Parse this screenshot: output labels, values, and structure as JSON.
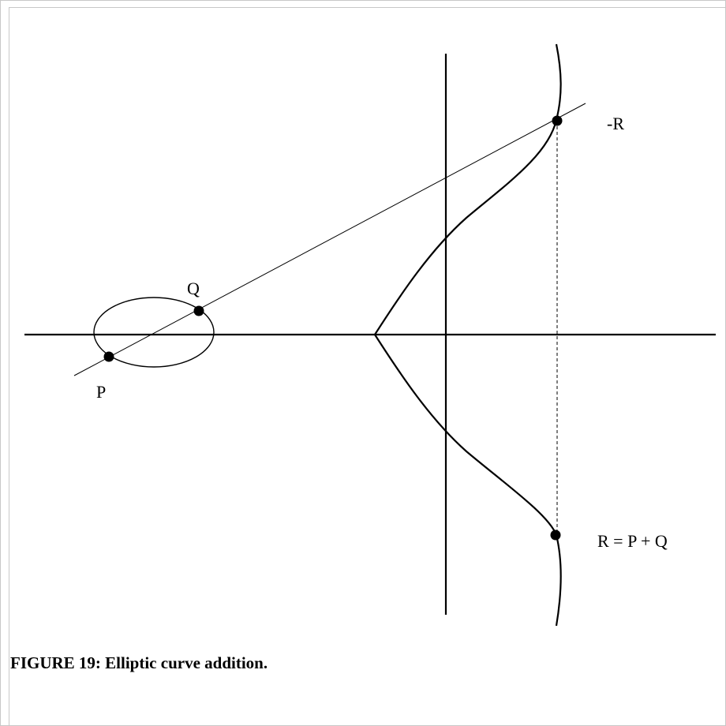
{
  "figure": {
    "caption": "FIGURE 19: Elliptic curve addition.",
    "labels": {
      "p": "P",
      "q": "Q",
      "neg_r": "-R",
      "r_sum": "R = P + Q"
    }
  }
}
